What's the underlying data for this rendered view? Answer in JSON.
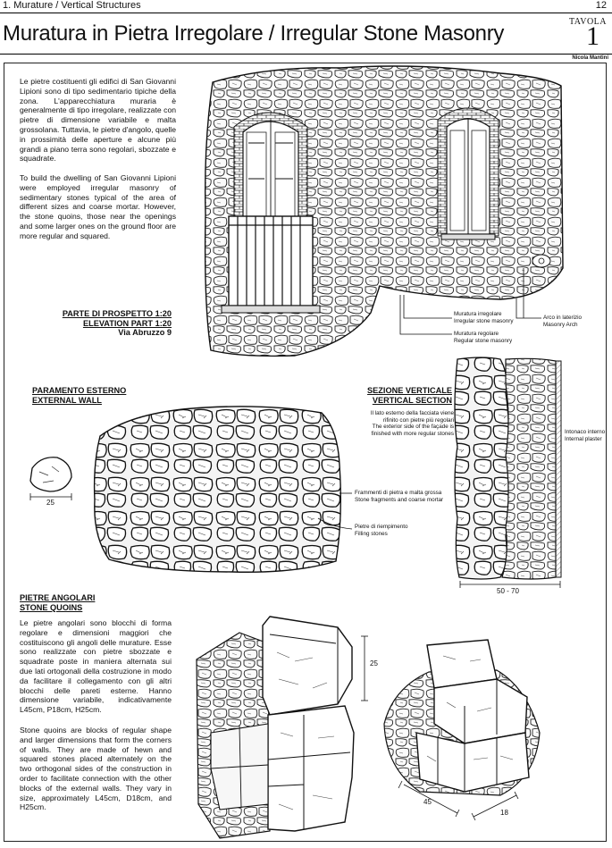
{
  "header": {
    "section": "1. Murature / Vertical Structures",
    "page_number": "12",
    "plate_label": "TAVOLA",
    "plate_number": "1",
    "title": "Muratura in Pietra Irregolare / Irregular Stone Masonry",
    "author": "Nicola Mantini"
  },
  "intro": {
    "italian": "Le pietre costituenti gli edifici di San Giovanni Lipioni sono di tipo sedimentario tipiche della zona. L'apparecchiatura muraria è generalmente di tipo irregolare, realizzate con pietre di dimensione variabile e malta grossolana. Tuttavia, le pietre d'angolo, quelle in prossimità delle aperture e alcune più grandi a piano terra sono regolari, sbozzate e squadrate.",
    "english": "To build the dwelling of San Giovanni Lipioni were employed irregular masonry of sedimentary stones typical of the area of different sizes and coarse mortar. However, the stone quoins, those near the openings and some larger ones on the ground floor are more regular and squared."
  },
  "elevation": {
    "caption_it": "PARTE DI PROSPETTO 1:20",
    "caption_en": "ELEVATION PART 1:20",
    "location": "Via Abruzzo 9",
    "labels": {
      "irregular_it": "Muratura irregolare",
      "irregular_en": "Irregular stone masonry",
      "regular_it": "Muratura regolare",
      "regular_en": "Regular stone masonry",
      "arch_it": "Arco in laterizio",
      "arch_en": "Masonry Arch"
    }
  },
  "external_wall": {
    "heading_it": "PARAMENTO ESTERNO",
    "heading_en": "EXTERNAL WALL",
    "stone_dimension": "25",
    "fragments_it": "Frammenti di pietra e malta grossa",
    "fragments_en": "Stone fragments and coarse mortar",
    "filling_it": "Pietre di riempimento",
    "filling_en": "Filling stones"
  },
  "vertical_section": {
    "heading_it": "SEZIONE VERTICALE",
    "heading_en": "VERTICAL SECTION",
    "note_it_1": "Il lato esterno della facciata viene",
    "note_it_2": "rifinito con pietre più regolari",
    "note_en_1": "The exterior side of the façade is",
    "note_en_2": "finished with more regular stones",
    "plaster_it": "Intonaco interno",
    "plaster_en": "Internal plaster",
    "thickness": "50 - 70"
  },
  "quoins": {
    "heading_it": "PIETRE ANGOLARI",
    "heading_en": "STONE QUOINS",
    "italian": "Le pietre angolari sono blocchi di forma regolare e dimensioni maggiori che costituiscono gli angoli delle murature. Esse sono realizzate con pietre sbozzate e squadrate poste in maniera alternata sui due lati ortogonali della costruzione in modo da facilitare il collegamento con gli altri blocchi delle pareti esterne. Hanno dimensione variabile, indicativamente L45cm, P18cm, H25cm.",
    "english": "Stone quoins are blocks of regular shape and larger dimensions that form the corners of walls. They are made of hewn and squared stones placed alternately on the two orthogonal sides of the construction in order to facilitate connection with the other blocks of the external walls. They vary in size, approximately L45cm, D18cm, and H25cm.",
    "dim_height": "25",
    "dim_length": "45",
    "dim_depth": "18"
  }
}
